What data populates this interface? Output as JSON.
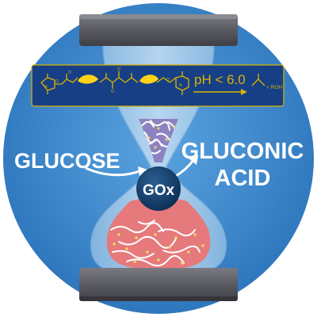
{
  "labels": {
    "substrate": "GLUCOSE",
    "enzyme": "GOx",
    "product_line1": "GLUCONIC",
    "product_line2": "ACID"
  },
  "reaction": {
    "condition": "pH < 6.0",
    "byproduct": "+ ROH"
  },
  "colors": {
    "background_circle": "#3d8ad0",
    "cap": "#5f5f66",
    "glass": "#a9cce9",
    "top_gel": "#8d83c0",
    "bottom_gel": "#e6797b",
    "enzyme_ball": "#16416b",
    "chem_stroke": "#d9b400",
    "chem_band": "#173f86"
  },
  "icons": [
    "hourglass-icon",
    "arrow-icon",
    "fiber-network-icon"
  ]
}
